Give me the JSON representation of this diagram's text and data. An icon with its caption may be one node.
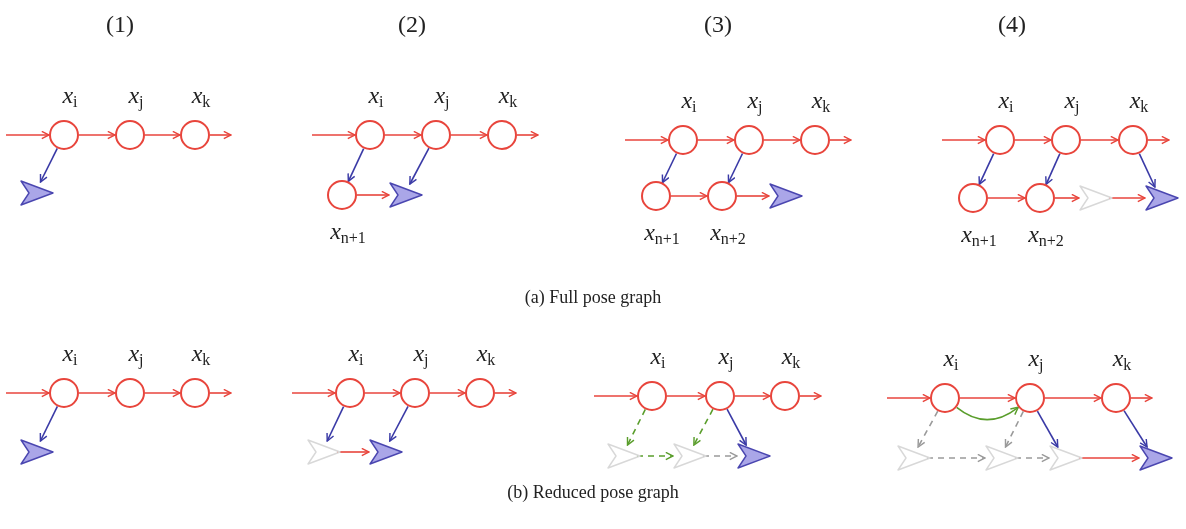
{
  "diagram": {
    "nodes": [
      {
        "text": [],
        "shape": "circle",
        "beside": [
          "x$_{i}$"
        ]
      },
      {
        "text": [],
        "shape": "circle",
        "beside": [
          "x$_{j}$"
        ]
      },
      {
        "text": [],
        "shape": "circle",
        "beside": [
          "x$_{k}$"
        ]
      },
      {
        "text": [],
        "shape": "triangle"
      },
      {
        "text": [],
        "shape": "circle",
        "beside": [
          "x$_{i}$"
        ]
      },
      {
        "text": [],
        "shape": "circle",
        "beside": [
          "x$_{j}$"
        ]
      },
      {
        "text": [],
        "shape": "circle",
        "beside": [
          "x$_{k}$"
        ]
      },
      {
        "text": [],
        "shape": "circle",
        "beside": [
          "x$_{n+1}$"
        ]
      },
      {
        "text": [],
        "shape": "triangle"
      },
      {
        "text": [],
        "shape": "circle",
        "beside": [
          "x$_{i}$"
        ]
      },
      {
        "text": [],
        "shape": "circle",
        "beside": [
          "x$_{j}$"
        ]
      },
      {
        "text": [],
        "shape": "circle",
        "beside": [
          "x$_{k}$"
        ]
      },
      {
        "text": [],
        "shape": "circle",
        "beside": [
          "x$_{n+1}$"
        ]
      },
      {
        "text": [],
        "shape": "circle",
        "beside": [
          "x$_{n+2}$"
        ]
      },
      {
        "text": [],
        "shape": "triangle"
      },
      {
        "text": [],
        "shape": "circle",
        "beside": [
          "x$_{i}$"
        ]
      },
      {
        "text": [],
        "shape": "circle",
        "beside": [
          "x$_{j}$"
        ]
      },
      {
        "text": [],
        "shape": "circle",
        "beside": [
          "x$_{k}$"
        ]
      },
      {
        "text": [],
        "shape": "circle",
        "beside": [
          "x$_{n+1}$"
        ]
      },
      {
        "text": [],
        "shape": "circle",
        "beside": [
          "x$_{n+2}$"
        ]
      },
      {
        "text": [],
        "shape": "triangle"
      },
      {
        "text": [],
        "shape": "triangle"
      },
      {
        "text": [],
        "shape": "circle",
        "beside": [
          "x$_{i}$"
        ]
      },
      {
        "text": [],
        "shape": "circle",
        "beside": [
          "x$_{j}$"
        ]
      },
      {
        "text": [],
        "shape": "circle",
        "beside": [
          "x$_{k}$"
        ]
      },
      {
        "text": [],
        "shape": "triangle"
      },
      {
        "text": [],
        "shape": "circle",
        "beside": [
          "x$_{i}$"
        ]
      },
      {
        "text": [],
        "shape": "circle",
        "beside": [
          "x$_{j}$"
        ]
      },
      {
        "text": [],
        "shape": "circle",
        "beside": [
          "x$_{k}$"
        ]
      },
      {
        "text": [],
        "shape": "triangle"
      },
      {
        "text": [],
        "shape": "triangle"
      },
      {
        "text": [],
        "shape": "circle",
        "beside": [
          "x$_{i}$"
        ]
      },
      {
        "text": [],
        "shape": "circle",
        "beside": [
          "x$_{j}$"
        ]
      },
      {
        "text": [],
        "shape": "circle",
        "beside": [
          "x$_{k}$"
        ]
      },
      {
        "text": [],
        "shape": "triangle"
      },
      {
        "text": [],
        "shape": "triangle"
      },
      {
        "text": [],
        "shape": "triangle"
      },
      {
        "text": [],
        "shape": "circle",
        "beside": [
          "x$_{i}$"
        ]
      },
      {
        "text": [],
        "shape": "circle",
        "beside": [
          "x$_{j}$"
        ]
      },
      {
        "text": [],
        "shape": "circle",
        "beside": [
          "x$_{k}$"
        ]
      },
      {
        "text": [],
        "shape": "triangle"
      },
      {
        "text": [],
        "shape": "triangle"
      },
      {
        "text": [],
        "shape": "triangle"
      },
      {
        "text": [],
        "shape": "triangle"
      }
    ],
    "edges": [
      {
        "from": null,
        "to": 0,
        "arrow": "to"
      },
      {
        "from": 0,
        "to": 1,
        "arrow": "to"
      },
      {
        "from": 1,
        "to": 2,
        "arrow": "to"
      },
      {
        "from": 2,
        "to": null,
        "arrow": "to"
      },
      {
        "from": 0,
        "to": 3,
        "arrow": "to",
        "color": "#3a3aa6"
      },
      {
        "from": null,
        "to": 4,
        "arrow": "to"
      },
      {
        "from": 4,
        "to": 5,
        "arrow": "to"
      },
      {
        "from": 5,
        "to": 6,
        "arrow": "to"
      },
      {
        "from": 6,
        "to": null,
        "arrow": "to"
      },
      {
        "from": 4,
        "to": 7,
        "arrow": "to",
        "color": "#3a3aa6"
      },
      {
        "from": 7,
        "to": 8,
        "arrow": "to"
      },
      {
        "from": 5,
        "to": 8,
        "arrow": "to",
        "color": "#3a3aa6"
      },
      {
        "from": null,
        "to": 9,
        "arrow": "to"
      },
      {
        "from": 9,
        "to": 10,
        "arrow": "to"
      },
      {
        "from": 10,
        "to": 11,
        "arrow": "to"
      },
      {
        "from": 11,
        "to": null,
        "arrow": "to"
      },
      {
        "from": 9,
        "to": 12,
        "arrow": "to",
        "color": "#3a3aa6"
      },
      {
        "from": 10,
        "to": 13,
        "arrow": "to",
        "color": "#3a3aa6"
      },
      {
        "from": 12,
        "to": 13,
        "arrow": "to"
      },
      {
        "from": 13,
        "to": 14,
        "arrow": "to"
      },
      {
        "from": null,
        "to": 15,
        "arrow": "to"
      },
      {
        "from": 15,
        "to": 16,
        "arrow": "to"
      },
      {
        "from": 16,
        "to": 17,
        "arrow": "to"
      },
      {
        "from": 17,
        "to": null,
        "arrow": "to"
      },
      {
        "from": 15,
        "to": 18,
        "arrow": "to",
        "color": "#3a3aa6"
      },
      {
        "from": 16,
        "to": 19,
        "arrow": "to",
        "color": "#3a3aa6"
      },
      {
        "from": 18,
        "to": 19,
        "arrow": "to"
      },
      {
        "from": 19,
        "to": 20,
        "arrow": "to"
      },
      {
        "from": 20,
        "to": 21,
        "arrow": "to"
      },
      {
        "from": 17,
        "to": 21,
        "arrow": "to",
        "color": "#3a3aa6"
      },
      {
        "from": null,
        "to": 22,
        "arrow": "to"
      },
      {
        "from": 22,
        "to": 23,
        "arrow": "to"
      },
      {
        "from": 23,
        "to": 24,
        "arrow": "to"
      },
      {
        "from": 24,
        "to": null,
        "arrow": "to"
      },
      {
        "from": 22,
        "to": 25,
        "arrow": "to",
        "color": "#3a3aa6"
      },
      {
        "from": null,
        "to": 26,
        "arrow": "to"
      },
      {
        "from": 26,
        "to": 27,
        "arrow": "to"
      },
      {
        "from": 27,
        "to": 28,
        "arrow": "to"
      },
      {
        "from": 28,
        "to": null,
        "arrow": "to"
      },
      {
        "from": 26,
        "to": 29,
        "arrow": "to",
        "color": "#3a3aa6"
      },
      {
        "from": 29,
        "to": 30,
        "arrow": "to"
      },
      {
        "from": 27,
        "to": 30,
        "arrow": "to",
        "color": "#3a3aa6"
      },
      {
        "from": null,
        "to": 31,
        "arrow": "to"
      },
      {
        "from": 31,
        "to": 32,
        "arrow": "to"
      },
      {
        "from": 32,
        "to": 33,
        "arrow": "to"
      },
      {
        "from": 33,
        "to": null,
        "arrow": "to"
      },
      {
        "from": 31,
        "to": 34,
        "arrow": "to",
        "style": "dashed",
        "color": "#5a9e2c"
      },
      {
        "from": 32,
        "to": 35,
        "arrow": "to",
        "style": "dashed",
        "color": "#5a9e2c"
      },
      {
        "from": 34,
        "to": 35,
        "arrow": "to",
        "style": "dashed",
        "color": "#5a9e2c"
      },
      {
        "from": 35,
        "to": 36,
        "arrow": "to",
        "style": "dashed",
        "color": "#9a9a9a"
      },
      {
        "from": 32,
        "to": 36,
        "arrow": "to",
        "color": "#3a3aa6"
      },
      {
        "from": null,
        "to": 37,
        "arrow": "to"
      },
      {
        "from": 37,
        "to": 38,
        "arrow": "to"
      },
      {
        "from": 38,
        "to": 39,
        "arrow": "to"
      },
      {
        "from": 39,
        "to": null,
        "arrow": "to"
      },
      {
        "from": 37,
        "to": 38,
        "arrow": "to",
        "color": "#5a9e2c"
      },
      {
        "from": 37,
        "to": 40,
        "arrow": "to",
        "style": "dashed",
        "color": "#9a9a9a"
      },
      {
        "from": 38,
        "to": 41,
        "arrow": "to",
        "style": "dashed",
        "color": "#9a9a9a"
      },
      {
        "from": 40,
        "to": 41,
        "arrow": "to",
        "style": "dashed",
        "color": "#9a9a9a"
      },
      {
        "from": 41,
        "to": 42,
        "arrow": "to",
        "style": "dashed",
        "color": "#9a9a9a"
      },
      {
        "from": 38,
        "to": 42,
        "arrow": "to",
        "color": "#3a3aa6"
      },
      {
        "from": 42,
        "to": 43,
        "arrow": "to"
      },
      {
        "from": 39,
        "to": 43,
        "arrow": "to",
        "color": "#3a3aa6"
      }
    ],
    "labels": [
      "(1)",
      "(2)",
      "(3)",
      "(4)",
      "(a) Full pose graph",
      "(b) Reduced pose graph"
    ]
  }
}
